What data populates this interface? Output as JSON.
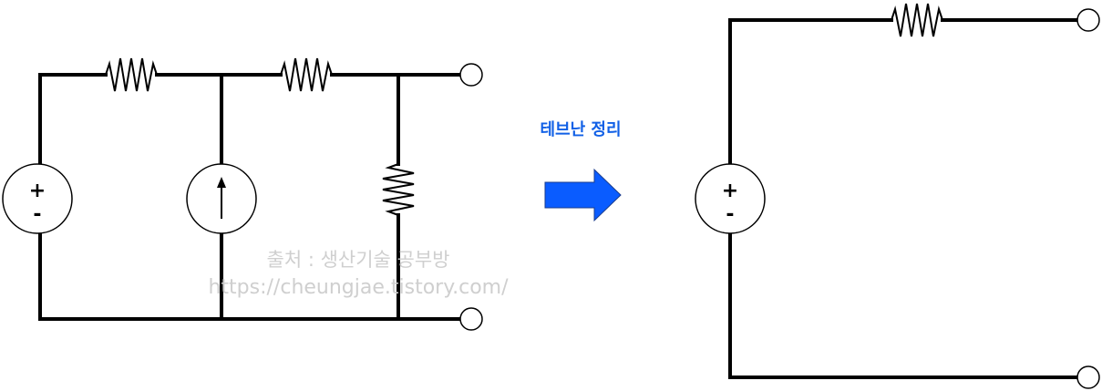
{
  "label": {
    "text": "테브난 정리"
  },
  "source_signs": {
    "plus": "+",
    "minus": "-"
  },
  "watermark": {
    "line1": "출처 : 생산기술 공부방",
    "line2": "https://cheungjae.tistory.com/"
  },
  "colors": {
    "arrow": "#0a5cff",
    "arrow_edge": "#1a3c8c",
    "label": "#1160e6",
    "wire": "#000000"
  }
}
